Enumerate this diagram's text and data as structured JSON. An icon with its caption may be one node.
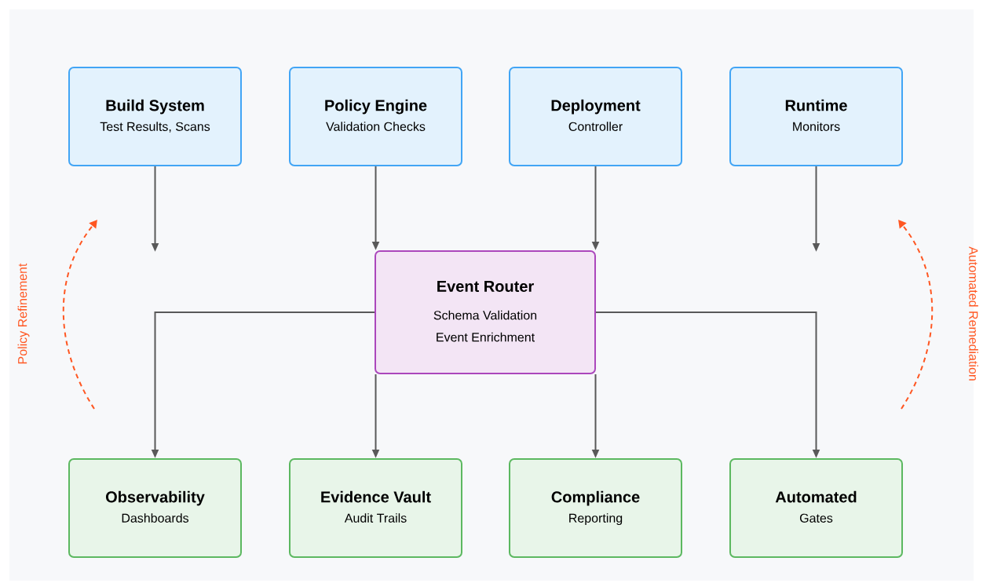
{
  "diagram": {
    "nodes": [
      {
        "text": [
          "Build System",
          "Test Results, Scans"
        ]
      },
      {
        "text": [
          "Policy Engine",
          "Validation Checks"
        ]
      },
      {
        "text": [
          "Deployment",
          "Controller"
        ]
      },
      {
        "text": [
          "Runtime",
          "Monitors"
        ]
      },
      {
        "text": [
          "Event Router",
          "Schema Validation",
          "Event Enrichment"
        ]
      },
      {
        "text": [
          "Observability",
          "Dashboards"
        ]
      },
      {
        "text": [
          "Evidence Vault",
          "Audit Trails"
        ]
      },
      {
        "text": [
          "Compliance",
          "Reporting"
        ]
      },
      {
        "text": [
          "Automated",
          "Gates"
        ]
      }
    ],
    "edges": [
      {
        "from": 0,
        "to": null,
        "arrow": "to"
      },
      {
        "from": 1,
        "to": 4,
        "arrow": "to"
      },
      {
        "from": 2,
        "to": 4,
        "arrow": "to"
      },
      {
        "from": 3,
        "to": null,
        "arrow": "to"
      },
      {
        "from": 4,
        "to": 5,
        "arrow": "to"
      },
      {
        "from": 4,
        "to": 6,
        "arrow": "to"
      },
      {
        "from": 4,
        "to": 7,
        "arrow": "to"
      },
      {
        "from": 4,
        "to": 8,
        "arrow": "to"
      }
    ],
    "labels": [
      "Policy Refinement",
      "Automated Remediation"
    ]
  }
}
